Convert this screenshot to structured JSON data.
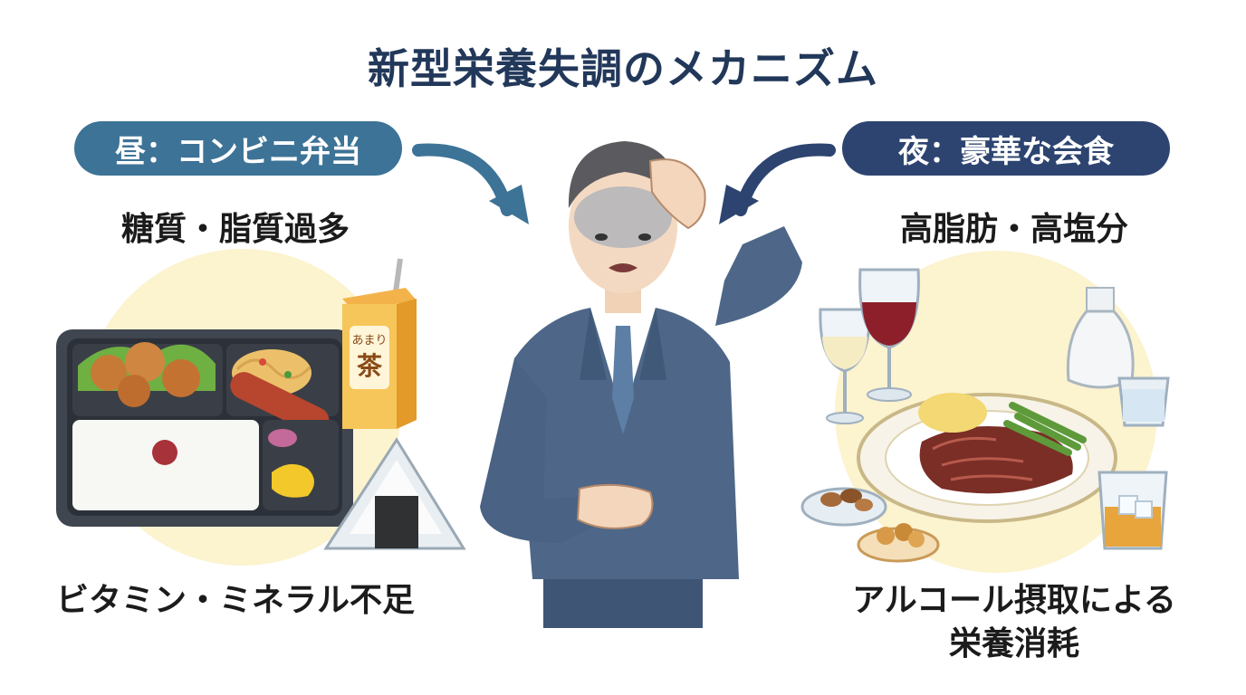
{
  "title": "新型栄養失調のメカニズム",
  "left": {
    "label": "昼：コンビニ弁当",
    "heading": "糖質・脂質過多",
    "footer": "ビタミン・ミネラル不足",
    "drink_text_top": "あまり",
    "drink_text_main": "茶"
  },
  "right": {
    "label": "夜：豪華な会食",
    "heading": "高脂肪・高塩分",
    "footer_line1": "アルコール摂取による",
    "footer_line2": "栄養消耗"
  },
  "colors": {
    "title": "#22385a",
    "left_pill": "#3d7396",
    "right_pill": "#2d4470",
    "suit": "#4e6788",
    "background_circle": "#fcf3cf"
  },
  "icons": [
    "bento-icon",
    "tea-carton-icon",
    "onigiri-icon",
    "businessman-icon",
    "wine-glass-icon",
    "sake-bottle-icon",
    "steak-plate-icon",
    "nuts-bowl-icon",
    "whisky-glass-icon"
  ]
}
